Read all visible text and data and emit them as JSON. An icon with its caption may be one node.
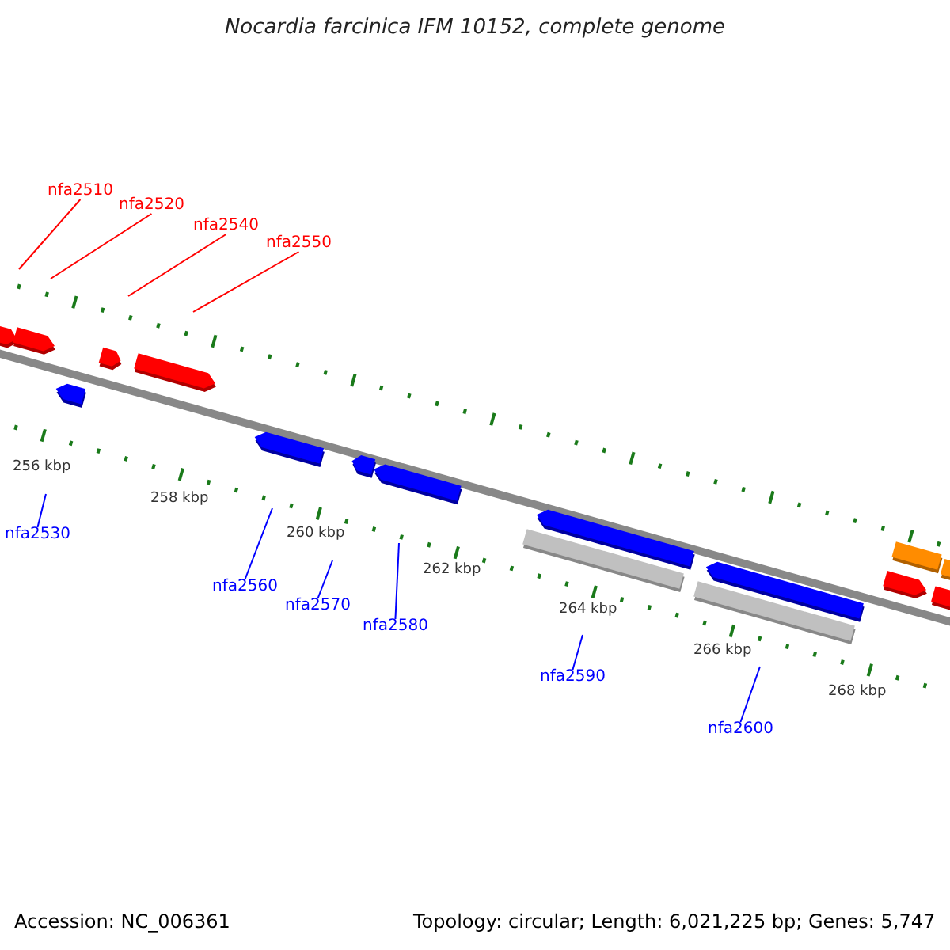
{
  "diagram": {
    "title": "Nocardia farcinica IFM 10152, complete genome",
    "nodes": [
      {
        "text": [
          "nfa2510"
        ]
      },
      {
        "text": [
          "nfa2520"
        ]
      },
      {
        "text": [
          "nfa2540"
        ]
      },
      {
        "text": [
          "nfa2550"
        ]
      },
      {
        "text": [
          "nfa2530"
        ]
      },
      {
        "text": [
          "nfa2560"
        ]
      },
      {
        "text": [
          "nfa2570"
        ]
      },
      {
        "text": [
          "nfa2580"
        ]
      },
      {
        "text": [
          "nfa2590"
        ]
      },
      {
        "text": [
          "nfa2600"
        ]
      }
    ],
    "edges": [
      {
        "from": 0,
        "to": null,
        "arrow": "none",
        "color": "#ff0000"
      },
      {
        "from": 1,
        "to": null,
        "arrow": "none",
        "color": "#ff0000"
      },
      {
        "from": 2,
        "to": null,
        "arrow": "none",
        "color": "#ff0000"
      },
      {
        "from": 3,
        "to": null,
        "arrow": "none",
        "color": "#ff0000"
      },
      {
        "from": 4,
        "to": null,
        "arrow": "none"
      },
      {
        "from": 5,
        "to": null,
        "arrow": "none"
      },
      {
        "from": 6,
        "to": null,
        "arrow": "none"
      },
      {
        "from": 7,
        "to": null,
        "arrow": "none"
      },
      {
        "from": 8,
        "to": null,
        "arrow": "none"
      },
      {
        "from": 9,
        "to": null,
        "arrow": "none"
      }
    ],
    "labels": [
      "256 kbp",
      "258 kbp",
      "260 kbp",
      "262 kbp",
      "264 kbp",
      "266 kbp",
      "268 kbp",
      "Accession: NC_006361",
      "Topology: circular; Length: 6,021,225 bp; Genes: 5,747"
    ]
  }
}
